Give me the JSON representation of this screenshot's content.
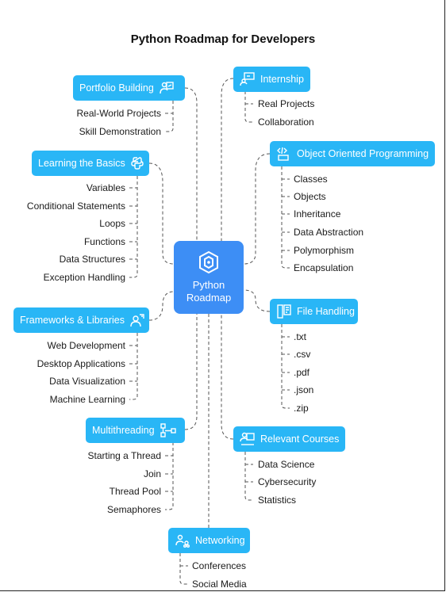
{
  "title": "Python Roadmap for Developers",
  "center": {
    "label_line1": "Python",
    "label_line2": "Roadmap",
    "icon": "python-hexagon-icon"
  },
  "colors": {
    "node": "#29b6f6",
    "center": "#3d8ef5",
    "connector": "#555555"
  },
  "branches": {
    "portfolio": {
      "label": "Portfolio Building",
      "icon": "portfolio-presenter-icon",
      "items": [
        "Real-World Projects",
        "Skill Demonstration"
      ]
    },
    "basics": {
      "label": "Learning the Basics",
      "icon": "python-logo-icon",
      "items": [
        "Variables",
        "Conditional Statements",
        "Loops",
        "Functions",
        "Data Structures",
        "Exception Handling"
      ]
    },
    "frameworks": {
      "label": "Frameworks & Libraries",
      "icon": "developer-icon",
      "items": [
        "Web Development",
        "Desktop Applications",
        "Data Visualization",
        "Machine Learning"
      ]
    },
    "multithreading": {
      "label": "Multithreading",
      "icon": "flowchart-icon",
      "items": [
        "Starting a Thread",
        "Join",
        "Thread Pool",
        "Semaphores"
      ]
    },
    "networking": {
      "label": "Networking",
      "icon": "people-network-icon",
      "items": [
        "Conferences",
        "Social Media"
      ]
    },
    "internship": {
      "label": "Internship",
      "icon": "presentation-icon",
      "items": [
        "Real Projects",
        "Collaboration"
      ]
    },
    "oop": {
      "label": "Object Oriented Programming",
      "icon": "code-document-icon",
      "items": [
        "Classes",
        "Objects",
        "Inheritance",
        "Data Abstraction",
        "Polymorphism",
        "Encapsulation"
      ]
    },
    "files": {
      "label": "File Handling",
      "icon": "file-list-icon",
      "items": [
        ".txt",
        ".csv",
        ".pdf",
        ".json",
        ".zip"
      ]
    },
    "courses": {
      "label": "Relevant Courses",
      "icon": "online-course-icon",
      "items": [
        "Data Science",
        "Cybersecurity",
        "Statistics"
      ]
    }
  }
}
